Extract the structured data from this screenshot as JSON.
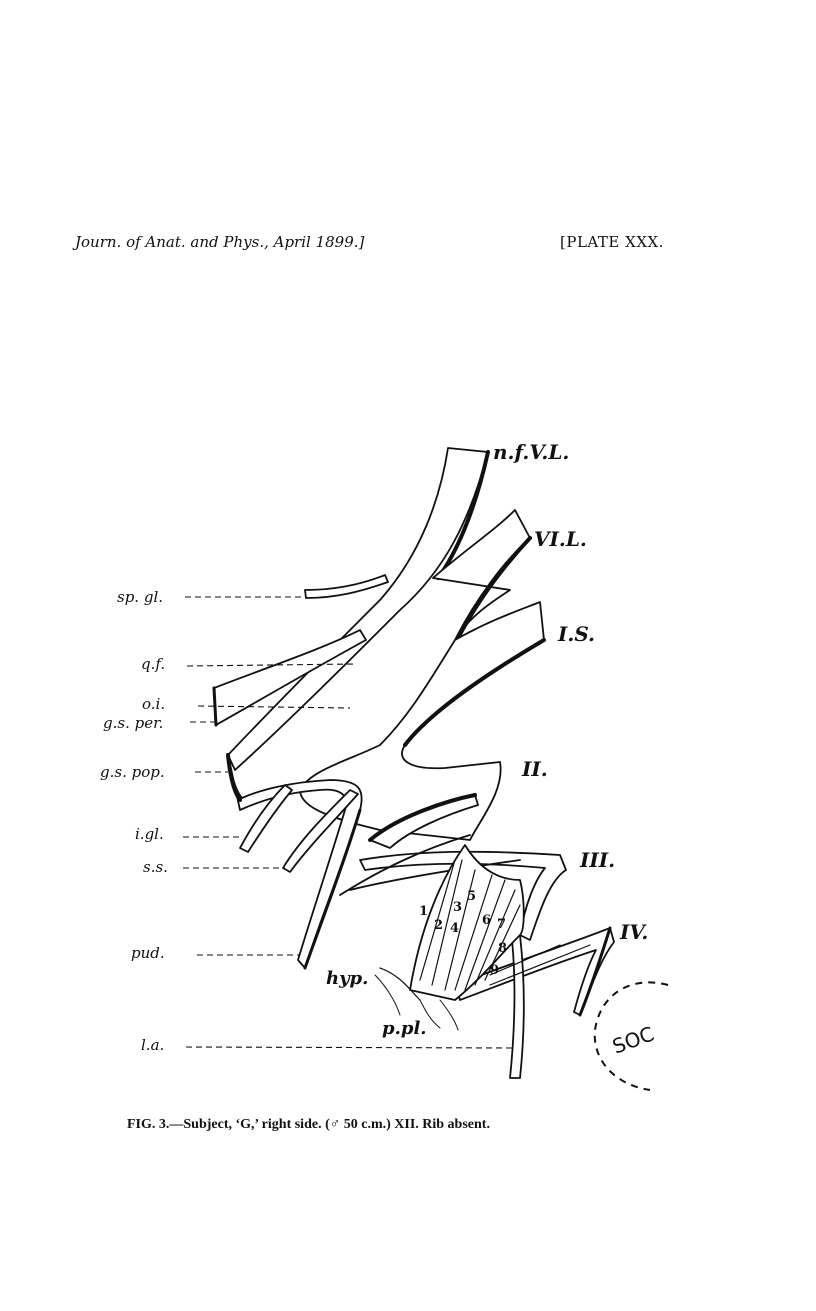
{
  "header": {
    "journal": "Journ. of Anat. and Phys., April 1899.]",
    "plate": "[PLATE XXX."
  },
  "figure": {
    "root_labels": [
      "n.f.V.L.",
      "VI.L.",
      "I.S.",
      "II.",
      "III.",
      "IV."
    ],
    "left_labels": [
      "sp. gl.",
      "q.f.",
      "o.i.",
      "g.s. per.",
      "g.s. pop.",
      "i.gl.",
      "s.s.",
      "pud.",
      "l.a."
    ],
    "other_labels": [
      "hyp.",
      "p.pl."
    ],
    "numbers": [
      "1",
      "2",
      "3",
      "4",
      "5",
      "6",
      "7",
      "8",
      "9"
    ],
    "stamp_text": "SOC"
  },
  "caption": "FIG. 3.—Subject, ‘G,’ right side. (♂ 50 c.m.) XII. Rib absent."
}
